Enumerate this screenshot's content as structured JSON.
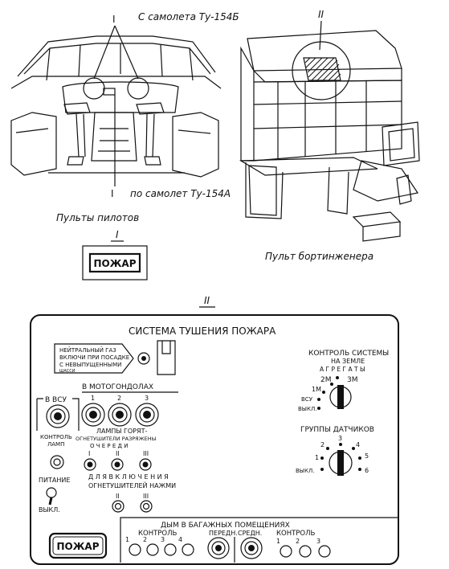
{
  "top_left": {
    "caption_top": "С самолета Ту-154Б",
    "callout_top": "I",
    "callout_bottom": "I",
    "caption_bottom": "по самолет Ту-154А",
    "caption_main": "Пульты пилотов"
  },
  "top_right": {
    "callout": "II",
    "caption": "Пульт бортинженера"
  },
  "detail_I": {
    "label": "I",
    "button": "ПОЖАР"
  },
  "panel": {
    "label": "II",
    "title": "СИСТЕМА   ТУШЕНИЯ  ПОЖАРА",
    "warning": [
      "НЕЙТРАЛЬНЫЙ ГАЗ",
      "ВКЛЮЧИ ПРИ ПОСАДКЕ",
      "С НЕВЫПУЩЕННЫМИ",
      "ШАССИ"
    ],
    "vsu": "В ВСУ",
    "motogondolas": "В МОТОГОНДОЛАХ",
    "gondola_numbers": [
      "1",
      "2",
      "3"
    ],
    "lamp_control": [
      "КОНТРОЛЬ",
      "ЛАМП"
    ],
    "lamps_title": [
      "ЛАМПЫ ГОРЯТ-",
      "ОГНЕТУШИТЕЛИ РАЗРЯЖЕНЫ",
      "О Ч Е Р Е Д И"
    ],
    "queue_numbers": [
      "I",
      "II",
      "III"
    ],
    "power": [
      "ПИТАНИЕ",
      "ВЫКЛ."
    ],
    "activation": [
      "Д Л Я  В К Л Ю Ч Е Н И Я",
      "ОГНЕТУШИТЕЛЕЙ НАЖМИ"
    ],
    "activation_numbers": [
      "II",
      "III"
    ],
    "ground_control": [
      "КОНТРОЛЬ СИСТЕМЫ",
      "НА ЗЕМЛЕ",
      "А Г Р Е Г А Т Ы"
    ],
    "ground_positions": [
      "2М",
      "3М",
      "1М",
      "ВСУ",
      "ВЫКЛ."
    ],
    "sensor_groups": "ГРУППЫ  ДАТЧИКОВ",
    "sensor_positions": [
      "3",
      "2",
      "4",
      "1",
      "5",
      "ВЫКЛ.",
      "6"
    ],
    "smoke": "ДЫМ  В  БАГАЖНЫХ  ПОМЕЩЕНИЯХ",
    "control_left": "КОНТРОЛЬ",
    "control_right": "КОНТРОЛЬ",
    "front": "ПЕРЕДН.",
    "middle": "СРЕДН.",
    "smoke_left_numbers": [
      "1",
      "2",
      "3",
      "4"
    ],
    "smoke_right_numbers": [
      "1",
      "2",
      "3"
    ],
    "fire_button": "ПОЖАР"
  }
}
